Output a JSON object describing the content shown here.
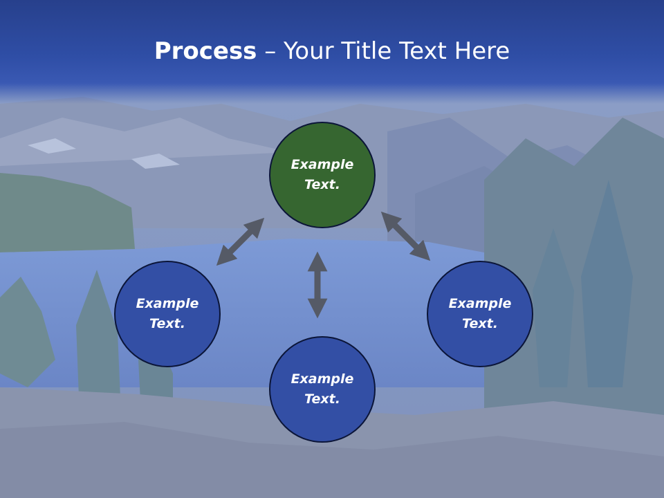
{
  "title": {
    "bold": "Process",
    "rest": " – Your Title Text Here"
  },
  "nodes": [
    {
      "id": "top",
      "label": "Example\nText.",
      "color": "#366630"
    },
    {
      "id": "left",
      "label": "Example\nText.",
      "color": "#334fa5"
    },
    {
      "id": "bottom",
      "label": "Example\nText.",
      "color": "#334fa5"
    },
    {
      "id": "right",
      "label": "Example\nText.",
      "color": "#334fa5"
    }
  ],
  "colors": {
    "title_bar": "#2f4ea6",
    "arrow": "#555a66",
    "circle_border": "#0b1538"
  }
}
